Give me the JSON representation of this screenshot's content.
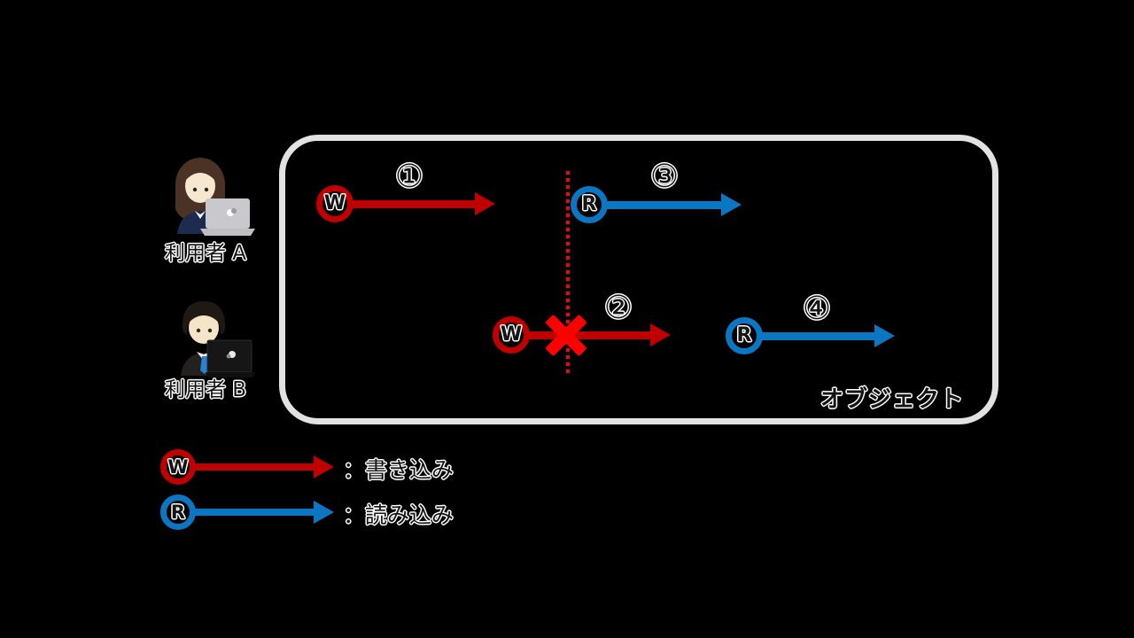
{
  "users": {
    "a": {
      "label": "利用者 A"
    },
    "b": {
      "label": "利用者 B"
    }
  },
  "object_box": {
    "label": "オブジェクト"
  },
  "operations": {
    "op1": {
      "badge": "①",
      "letter": "W",
      "type": "write",
      "blocked": false
    },
    "op2": {
      "badge": "②",
      "letter": "W",
      "type": "write",
      "blocked": true
    },
    "op3": {
      "badge": "③",
      "letter": "R",
      "type": "read",
      "blocked": false
    },
    "op4": {
      "badge": "④",
      "letter": "R",
      "type": "read",
      "blocked": false
    }
  },
  "legend": {
    "write": {
      "letter": "W",
      "label": "：書き込み"
    },
    "read": {
      "letter": "R",
      "label": "：読み込み"
    }
  },
  "colors": {
    "write_arrow": "#c00000",
    "read_arrow": "#0b76c2",
    "blocked_x": "#ff0000",
    "dotted_line": "#ff0000",
    "box_border": "#e2e2e2",
    "text_outline": "#ffffff",
    "background": "#000000"
  }
}
